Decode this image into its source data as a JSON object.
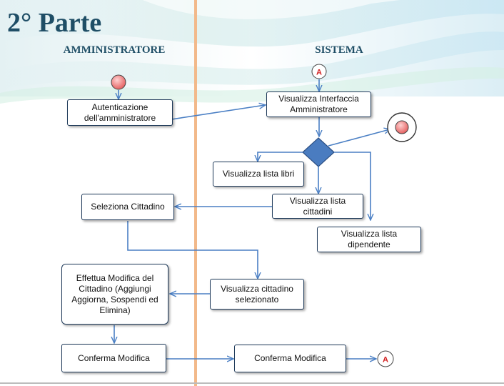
{
  "title": "2° Parte",
  "lanes": {
    "admin": "AMMINISTRATORE",
    "system": "SISTEMA"
  },
  "connector_label": "A",
  "nodes": {
    "auth": "Autenticazione dell'amministratore",
    "admin_ui": "Visualizza Interfaccia Amministratore",
    "books": "Visualizza lista libri",
    "citizens": "Visualizza lista cittadini",
    "employees": "Visualizza lista dipendente",
    "select_citizen": "Seleziona Cittadino",
    "show_selected": "Visualizza cittadino selezionato",
    "modify": "Effettua Modifica del Cittadino (Aggiungi Aggiorna, Sospendi ed Elimina)",
    "confirm_admin": "Conferma Modifica",
    "confirm_system": "Conferma Modifica"
  },
  "colors": {
    "title": "#1f4e66",
    "arrow": "#4a7fc4",
    "decision": "#4a7cc0",
    "lane_divider": "#f2b98a",
    "node_border": "#1f3a5a",
    "terminal_fill": "#f38080"
  }
}
